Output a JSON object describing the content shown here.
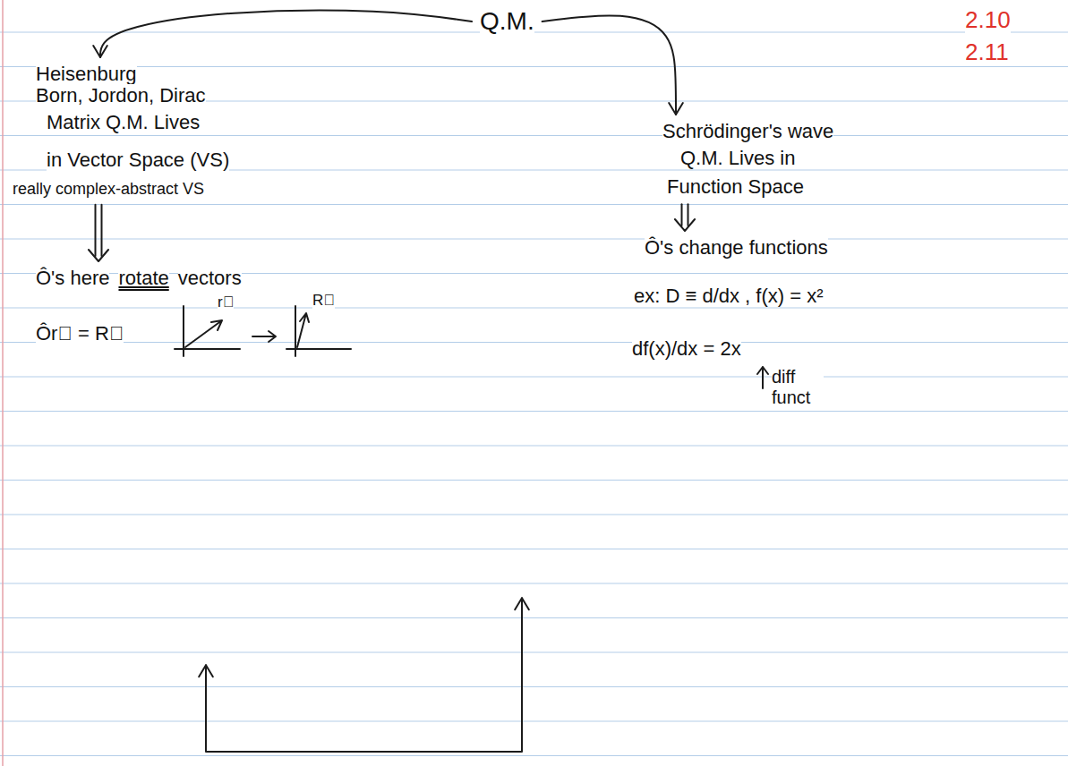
{
  "diagram": {
    "nodes": [
      {
        "text": [
          "Q.M."
        ]
      },
      {
        "text": [
          "Heisenburg",
          "Born, Jordon, Dirac",
          "Matrix Q.M. Lives",
          "in Vector Space (VS)",
          "really complex-abstract VS"
        ]
      },
      {
        "text": [
          "Schrödinger's wave",
          "Q.M. Lives in",
          "Function Space"
        ]
      },
      {
        "text": [
          "Ô's here",
          "rotate",
          "vectors",
          "Ôr⃗ = R⃗"
        ]
      },
      {
        "text": [
          "Ô's change functions",
          "ex: D ≡ d/dx , f(x) = x²",
          "df(x)/dx = 2x"
        ]
      }
    ],
    "edges": [
      {
        "from": 0,
        "to": 1,
        "arrow": "to"
      },
      {
        "from": 0,
        "to": 2,
        "arrow": "to"
      },
      {
        "from": 1,
        "to": 3,
        "arrow": "to"
      },
      {
        "from": 2,
        "to": 4,
        "arrow": "to"
      },
      {
        "from": 4,
        "to": 3,
        "arrow": "both"
      }
    ],
    "labels": [
      "2.10",
      "2.11",
      "r⃗",
      "R⃗",
      "diff funct"
    ]
  }
}
